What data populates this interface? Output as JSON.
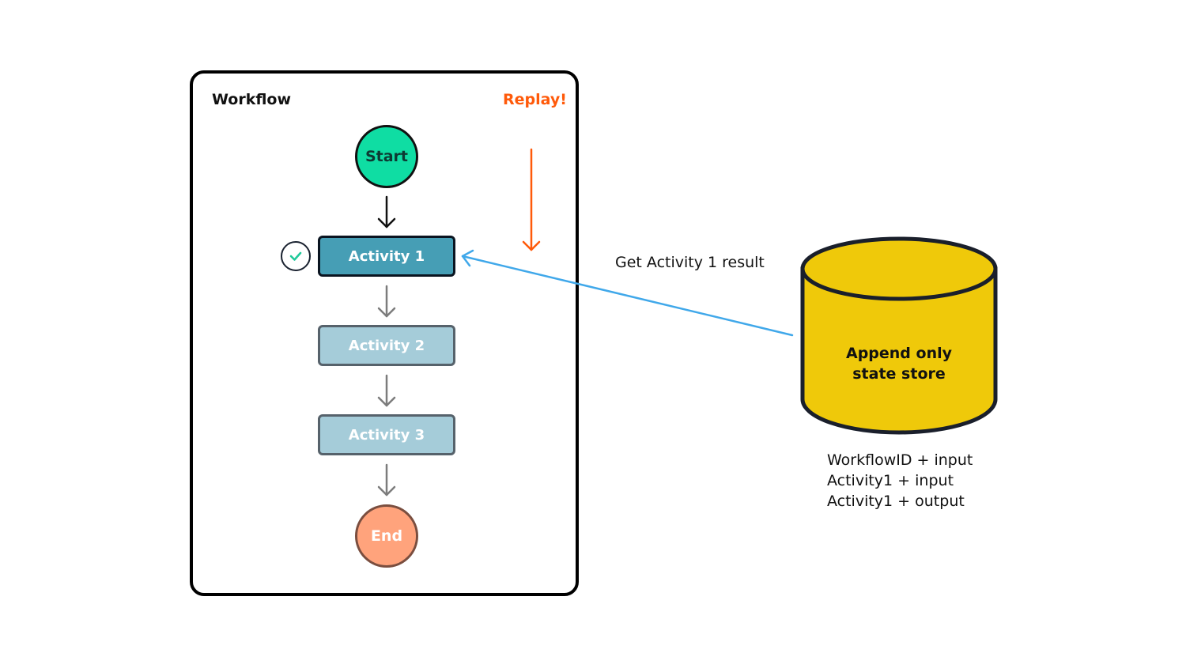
{
  "workflow": {
    "title": "Workflow",
    "replay_label": "Replay!",
    "start_label": "Start",
    "end_label": "End",
    "activities": [
      {
        "label": "Activity 1",
        "status": "completed"
      },
      {
        "label": "Activity 2",
        "status": "pending"
      },
      {
        "label": "Activity 3",
        "status": "pending"
      }
    ]
  },
  "connector": {
    "label": "Get Activity 1 result"
  },
  "state_store": {
    "label_line1": "Append only",
    "label_line2": "state store",
    "records": [
      "WorkflowID + input",
      "Activity1 + input",
      "Activity1 + output"
    ]
  },
  "colors": {
    "start": "#0fdda3",
    "end": "#ffa37c",
    "activity_active": "#469eb5",
    "activity_pending": "#a5ccd9",
    "replay": "#ff5a0a",
    "connector": "#40a8ea",
    "store": "#efc90a",
    "check": "#1fc99a"
  },
  "icons": [
    "check-icon",
    "replay-arrow-icon",
    "database-cylinder-icon"
  ]
}
